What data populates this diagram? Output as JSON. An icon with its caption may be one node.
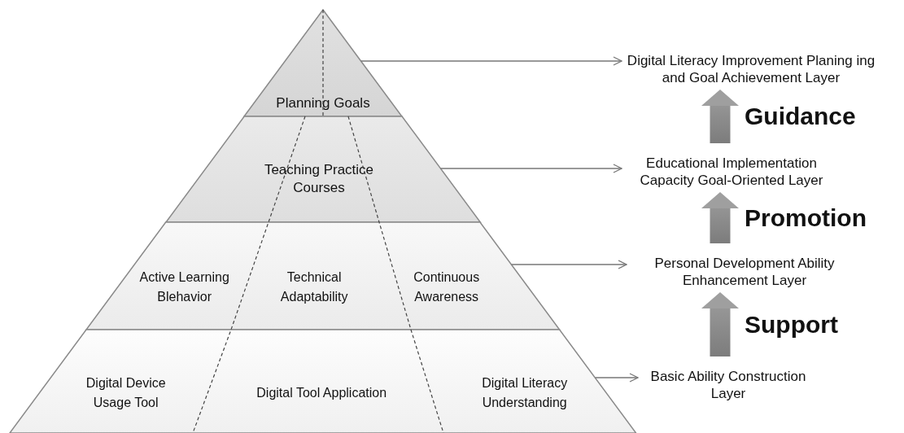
{
  "diagram": {
    "nodes": [
      {
        "text": [
          "Planning Goals"
        ]
      },
      {
        "text": [
          "Teaching Practice Courses"
        ]
      },
      {
        "text": [],
        "shape": "trapezoid"
      },
      {
        "text": [
          "Active Learning Blehavior"
        ],
        "in": 2
      },
      {
        "text": [
          "Technical Adaptability"
        ],
        "in": 2
      },
      {
        "text": [
          "Continuous Awareness"
        ],
        "in": 2
      },
      {
        "text": [],
        "shape": "trapezoid"
      },
      {
        "text": [
          "Digital Device Usage Tool"
        ],
        "in": 6
      },
      {
        "text": [
          "Digital Tool Application"
        ],
        "in": 6
      },
      {
        "text": [
          "Digital Literacy Understanding"
        ],
        "in": 6
      },
      {
        "text": [
          "Digital Literacy Improvement Planing ing and Goal Achievement Layer"
        ]
      },
      {
        "text": [
          "Educational Implementation Capacity Goal-Oriented Layer"
        ]
      },
      {
        "text": [
          "Personal Development Ability Enhancement Layer"
        ]
      },
      {
        "text": [
          "Basic Ability Construction Layer"
        ]
      }
    ],
    "edges": [
      {
        "from": 0,
        "to": 10,
        "arrow": "to"
      },
      {
        "from": 1,
        "to": 11,
        "arrow": "to"
      },
      {
        "from": 2,
        "to": 12,
        "arrow": "to"
      },
      {
        "from": 6,
        "to": 13,
        "arrow": "to"
      },
      {
        "from": 11,
        "to": 10,
        "arrow": "to",
        "label": "Guidance",
        "style": "thick",
        "color": "#8a8a8a"
      },
      {
        "from": 12,
        "to": 11,
        "arrow": "to",
        "label": "Promotion",
        "style": "thick",
        "color": "#8a8a8a"
      },
      {
        "from": 13,
        "to": 12,
        "arrow": "to",
        "label": "Support",
        "style": "thick",
        "color": "#8a8a8a"
      }
    ]
  }
}
